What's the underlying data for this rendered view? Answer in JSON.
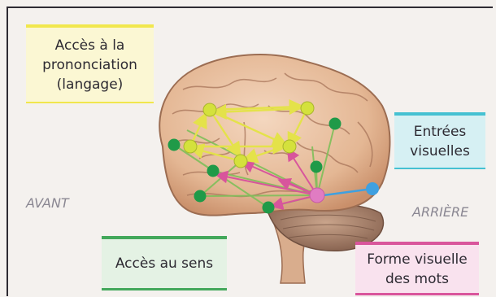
{
  "labels": {
    "pronunciation": [
      "Accès à la",
      "prononciation",
      "(langage)"
    ],
    "visual_input": [
      "Entrées",
      "visuelles"
    ],
    "meaning": [
      "Accès au sens"
    ],
    "word_form": [
      "Forme visuelle",
      "des mots"
    ]
  },
  "orientation": {
    "front": "AVANT",
    "back": "ARRIÈRE"
  },
  "colors": {
    "pronunciation": "#f1e74d",
    "visual_input": "#45c1d2",
    "meaning": "#43a85b",
    "word_form": "#d9559c",
    "node_yellow": "#d4e13c",
    "node_green": "#1f9a48",
    "node_pink": "#e07cc2",
    "node_blue": "#3fa0e0"
  }
}
